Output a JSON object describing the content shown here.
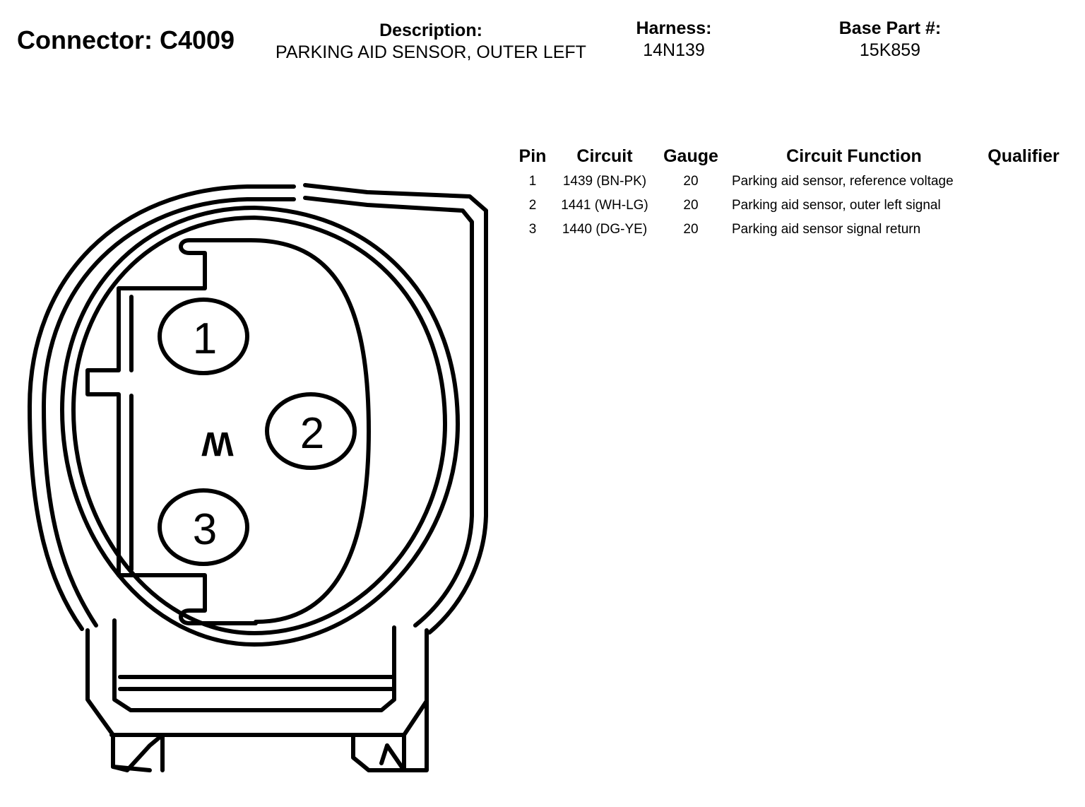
{
  "header": {
    "connector_label": "Connector: C4009",
    "description_label": "Description:",
    "description_value": "PARKING AID SENSOR, OUTER LEFT",
    "harness_label": "Harness:",
    "harness_value": "14N139",
    "base_part_label": "Base Part #:",
    "base_part_value": "15K859"
  },
  "table": {
    "columns": [
      "Pin",
      "Circuit",
      "Gauge",
      "Circuit Function",
      "Qualifier"
    ],
    "rows": [
      {
        "pin": "1",
        "circuit": "1439 (BN-PK)",
        "gauge": "20",
        "function": "Parking aid sensor, reference voltage",
        "qualifier": ""
      },
      {
        "pin": "2",
        "circuit": "1441 (WH-LG)",
        "gauge": "20",
        "function": "Parking aid sensor, outer left signal",
        "qualifier": ""
      },
      {
        "pin": "3",
        "circuit": "1440 (DG-YE)",
        "gauge": "20",
        "function": "Parking aid sensor signal return",
        "qualifier": ""
      }
    ]
  },
  "drawing": {
    "pins": [
      "1",
      "2",
      "3"
    ],
    "key_letter": "W"
  }
}
